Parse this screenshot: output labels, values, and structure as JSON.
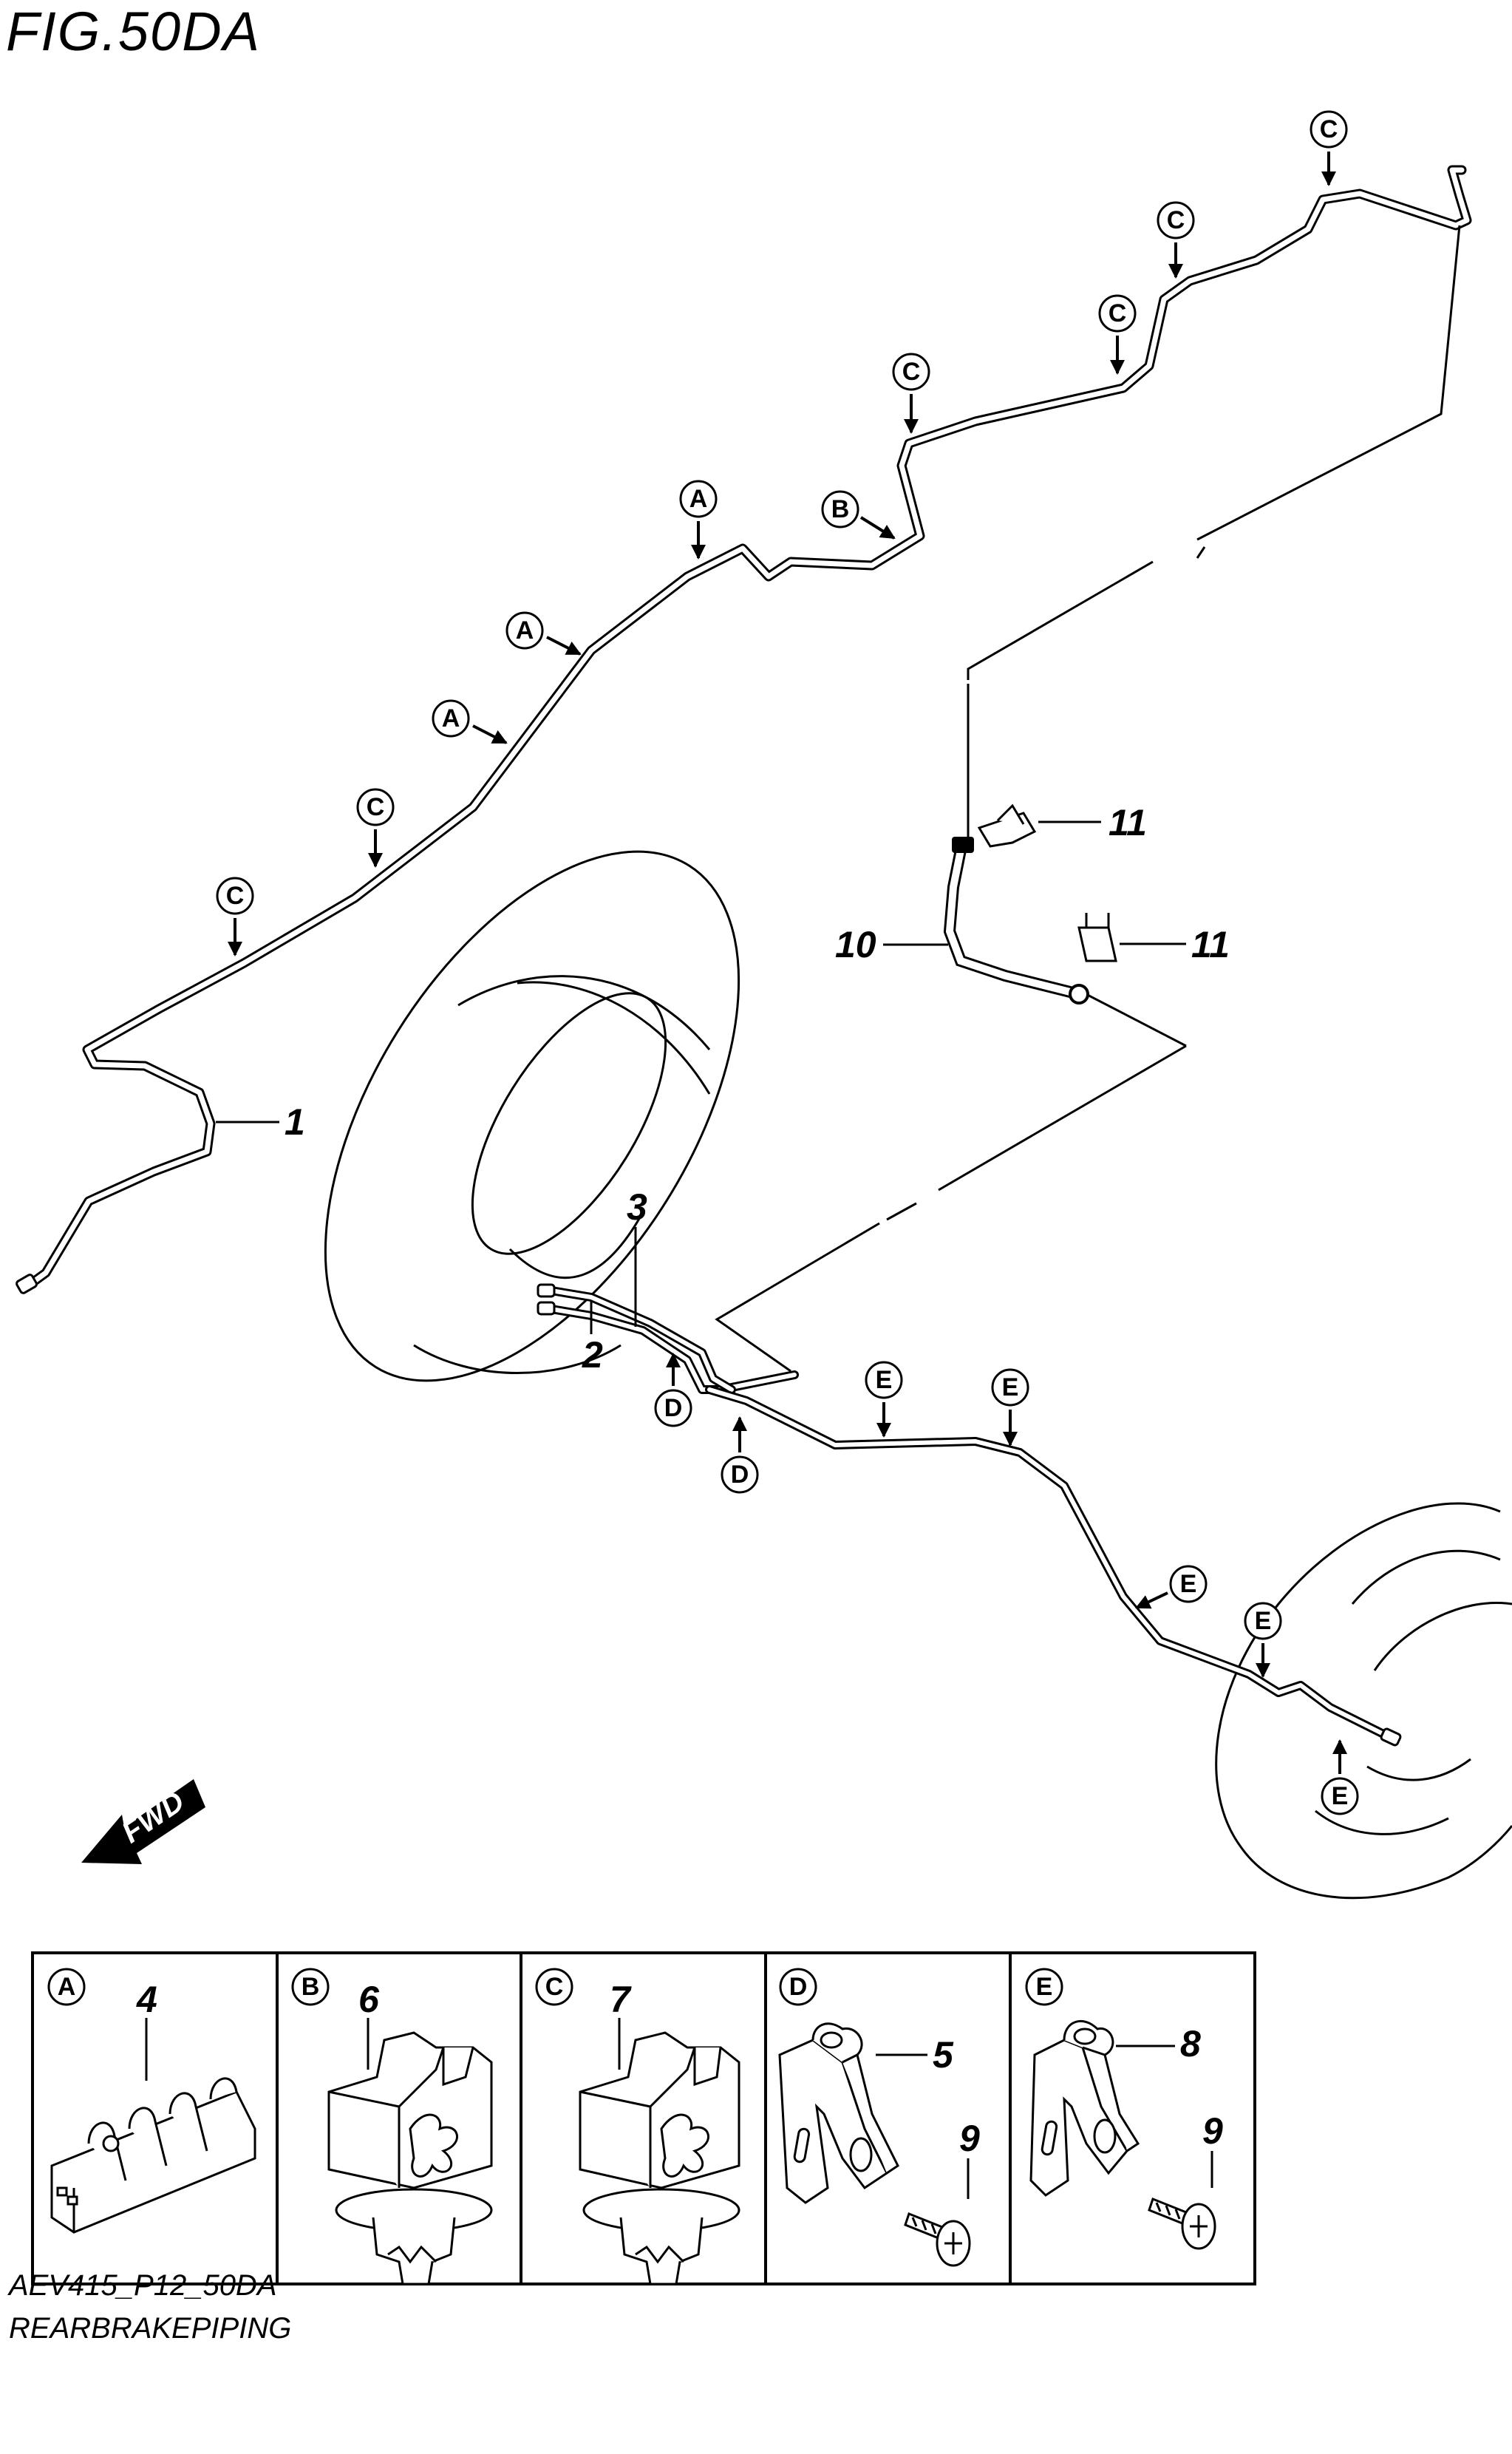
{
  "title": "FIG.50DA",
  "footer": {
    "code": "AEV415_P12_50DA",
    "name": "REARBRAKEPIPING"
  },
  "fwd_label": "FWD",
  "clamp_labels": {
    "A": "A",
    "B": "B",
    "C": "C",
    "D": "D",
    "E": "E"
  },
  "part_numbers": {
    "p1": "1",
    "p2": "2",
    "p3": "3",
    "p4": "4",
    "p5": "5",
    "p6": "6",
    "p7": "7",
    "p8": "8",
    "p9": "9",
    "p10": "10",
    "p11": "11"
  }
}
